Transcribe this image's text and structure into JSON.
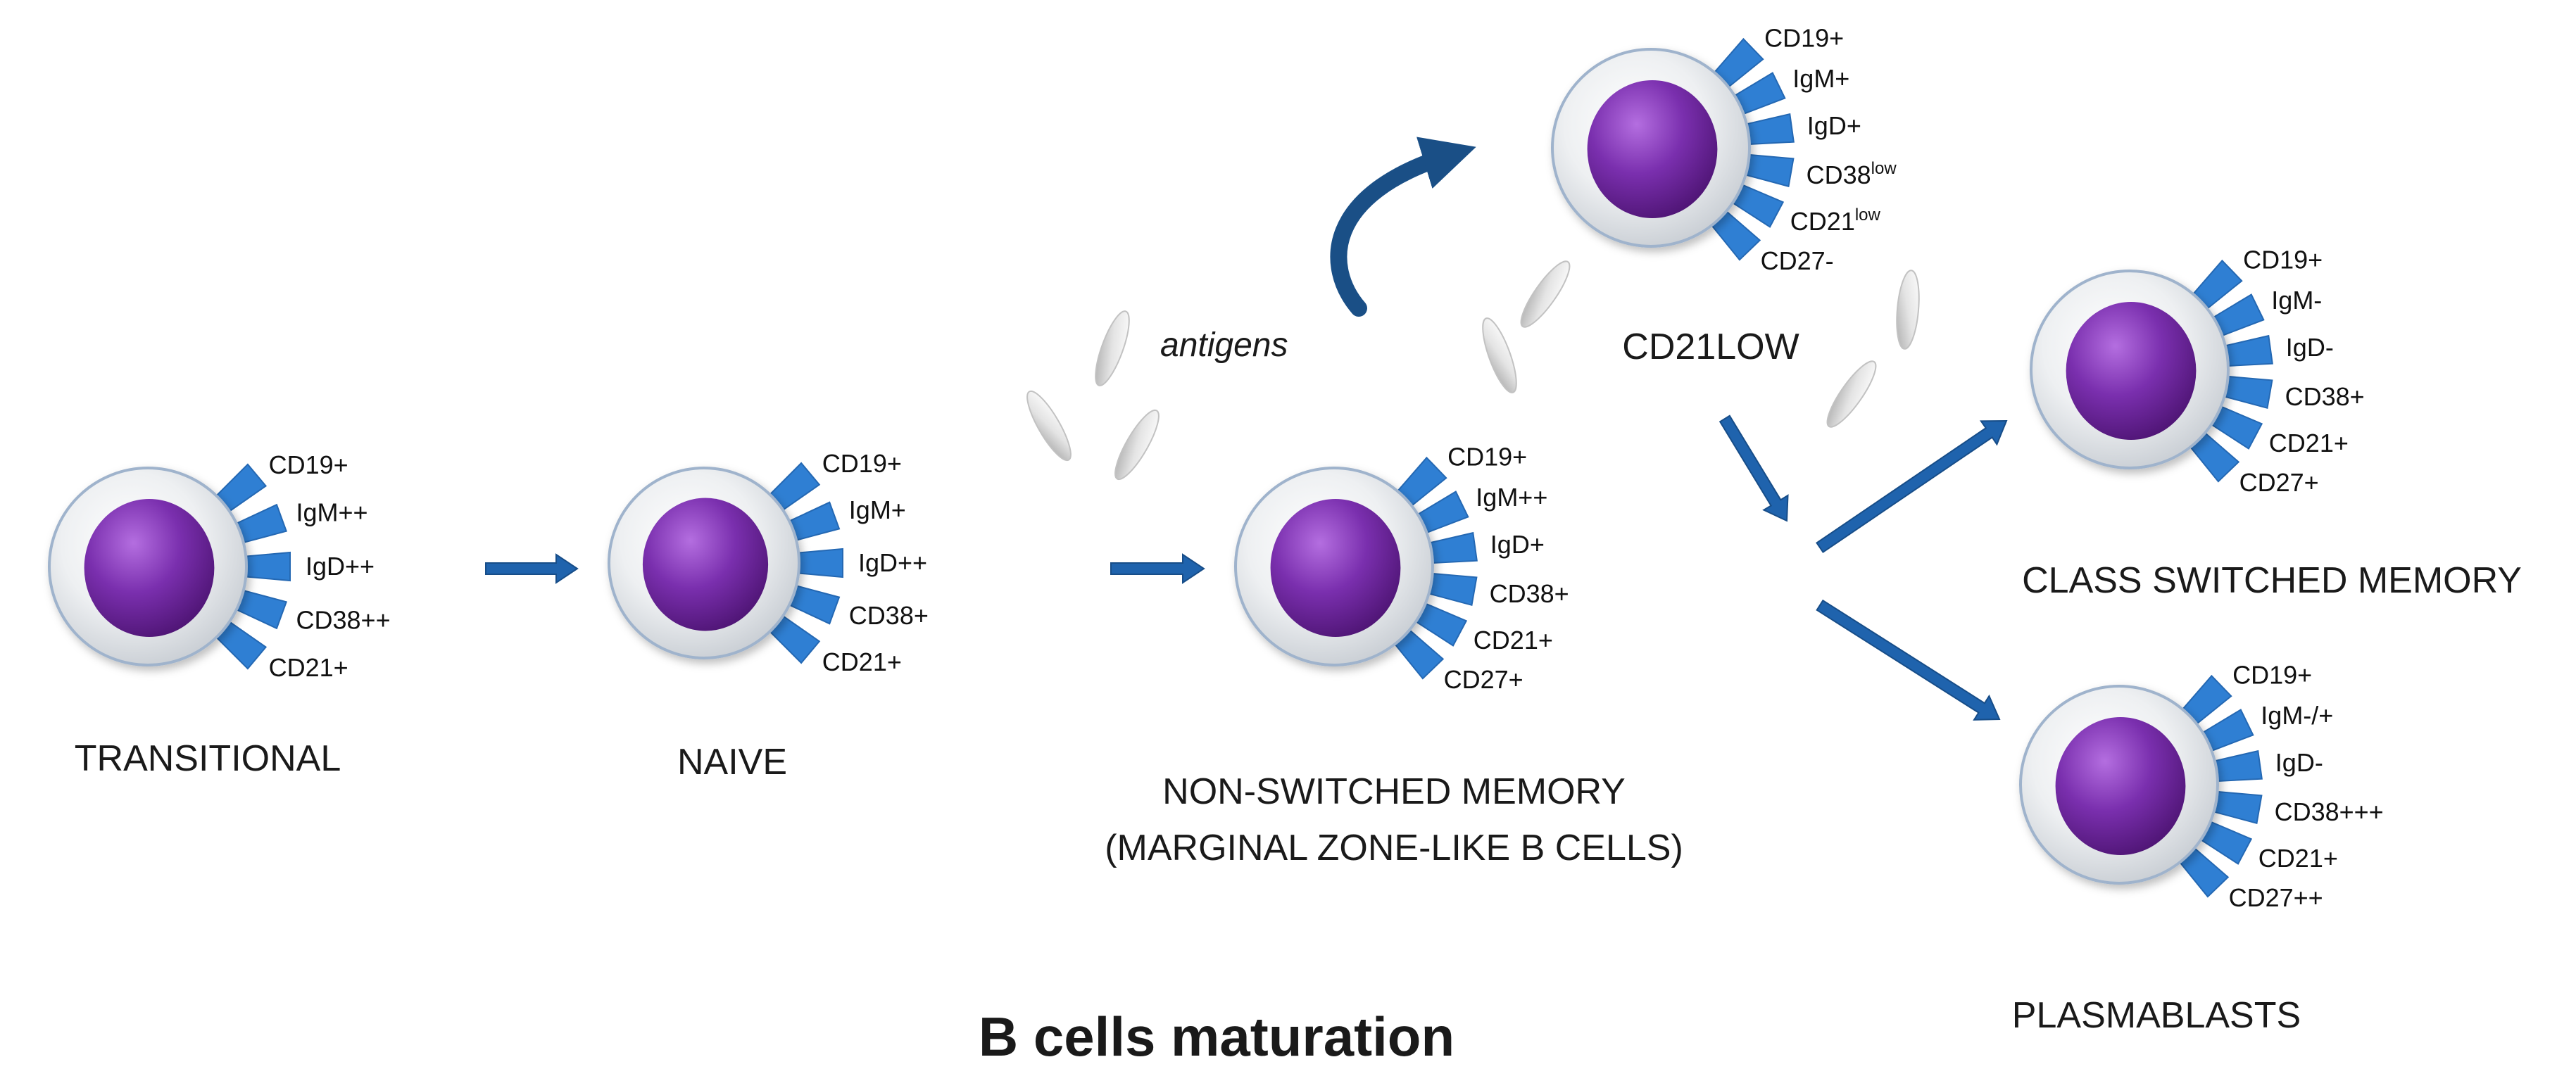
{
  "title": "B cells maturation",
  "antigens_label": "antigens",
  "colors": {
    "nucleus": "#7a2fae",
    "nucleus_dark": "#4f1575",
    "membrane": "#e6e9ec",
    "receptor": "#2f7fd3",
    "arrow": "#1f63ad",
    "antigen": "#e2e2e2"
  },
  "cells": [
    {
      "id": "transitional",
      "name": "TRANSITIONAL",
      "markers": [
        "CD19+",
        "IgM++",
        "IgD++",
        "CD38++",
        "CD21+"
      ]
    },
    {
      "id": "naive",
      "name": "NAIVE",
      "markers": [
        "CD19+",
        "IgM+",
        "IgD++",
        "CD38+",
        "CD21+"
      ]
    },
    {
      "id": "non-switched-memory",
      "name": "NON-SWITCHED MEMORY",
      "name2": "(MARGINAL ZONE-LIKE B CELLS)",
      "markers": [
        "CD19+",
        "IgM++",
        "IgD+",
        "CD38+",
        "CD21+",
        "CD27+"
      ]
    },
    {
      "id": "cd21low",
      "name": "CD21LOW",
      "markers": [
        {
          "base": "CD19+"
        },
        {
          "base": "IgM+"
        },
        {
          "base": "IgD+"
        },
        {
          "base": "CD38",
          "sup": "low"
        },
        {
          "base": "CD21",
          "sup": "low"
        },
        {
          "base": "CD27-"
        }
      ]
    },
    {
      "id": "class-switched-memory",
      "name": "CLASS SWITCHED MEMORY",
      "markers": [
        "CD19+",
        "IgM-",
        "IgD-",
        "CD38+",
        "CD21+",
        "CD27+"
      ]
    },
    {
      "id": "plasmablasts",
      "name": "PLASMABLASTS",
      "markers": [
        "CD19+",
        "IgM-/+",
        "IgD-",
        "CD38+++",
        "CD21+",
        "CD27++"
      ]
    }
  ]
}
